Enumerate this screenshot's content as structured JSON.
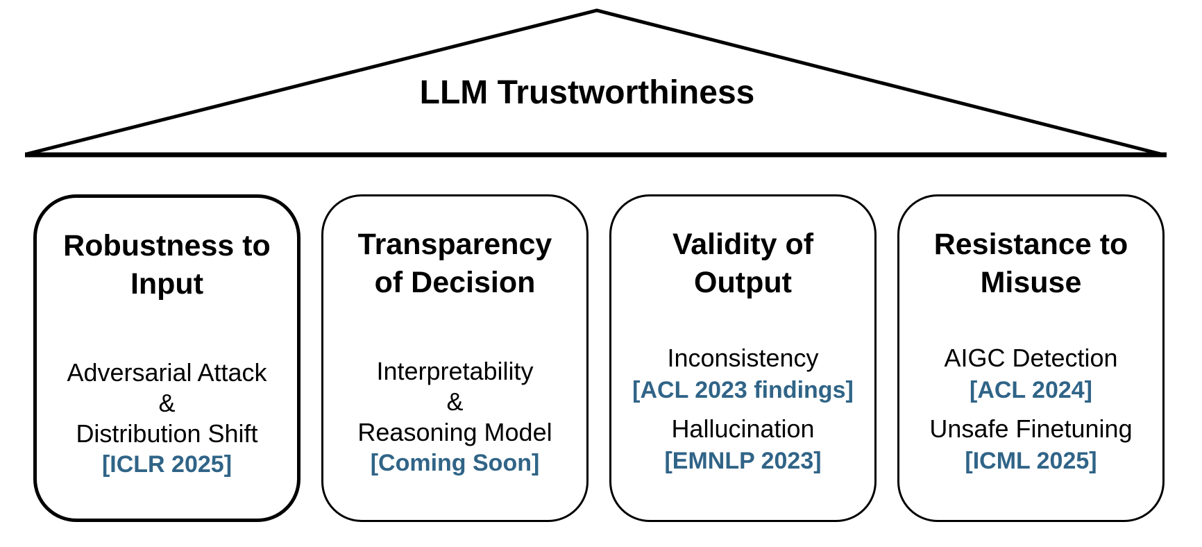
{
  "diagram": {
    "title": "LLM Trustworthiness",
    "accent_color": "#306487",
    "pillars": [
      {
        "title_line1": "Robustness to",
        "title_line2": "Input",
        "lines": [
          {
            "text": "Adversarial Attack",
            "style": "topic"
          },
          {
            "text": "&",
            "style": "topic"
          },
          {
            "text": "Distribution Shift",
            "style": "topic"
          },
          {
            "text": "[ICLR 2025]",
            "style": "ref"
          }
        ]
      },
      {
        "title_line1": "Transparency",
        "title_line2": "of Decision",
        "lines": [
          {
            "text": "Interpretability",
            "style": "topic"
          },
          {
            "text": "&",
            "style": "topic"
          },
          {
            "text": "Reasoning Model",
            "style": "topic"
          },
          {
            "text": "[Coming Soon]",
            "style": "ref"
          }
        ]
      },
      {
        "title_line1": "Validity of",
        "title_line2": "Output",
        "lines": [
          {
            "text": "Inconsistency",
            "style": "topic"
          },
          {
            "text": "[ACL 2023 findings]",
            "style": "ref"
          },
          {
            "text": "Hallucination",
            "style": "topic"
          },
          {
            "text": "[EMNLP 2023]",
            "style": "ref"
          }
        ]
      },
      {
        "title_line1": "Resistance to",
        "title_line2": "Misuse",
        "lines": [
          {
            "text": "AIGC Detection",
            "style": "topic"
          },
          {
            "text": "[ACL 2024]",
            "style": "ref"
          },
          {
            "text": "Unsafe Finetuning",
            "style": "topic"
          },
          {
            "text": "[ICML 2025]",
            "style": "ref"
          }
        ]
      }
    ]
  }
}
